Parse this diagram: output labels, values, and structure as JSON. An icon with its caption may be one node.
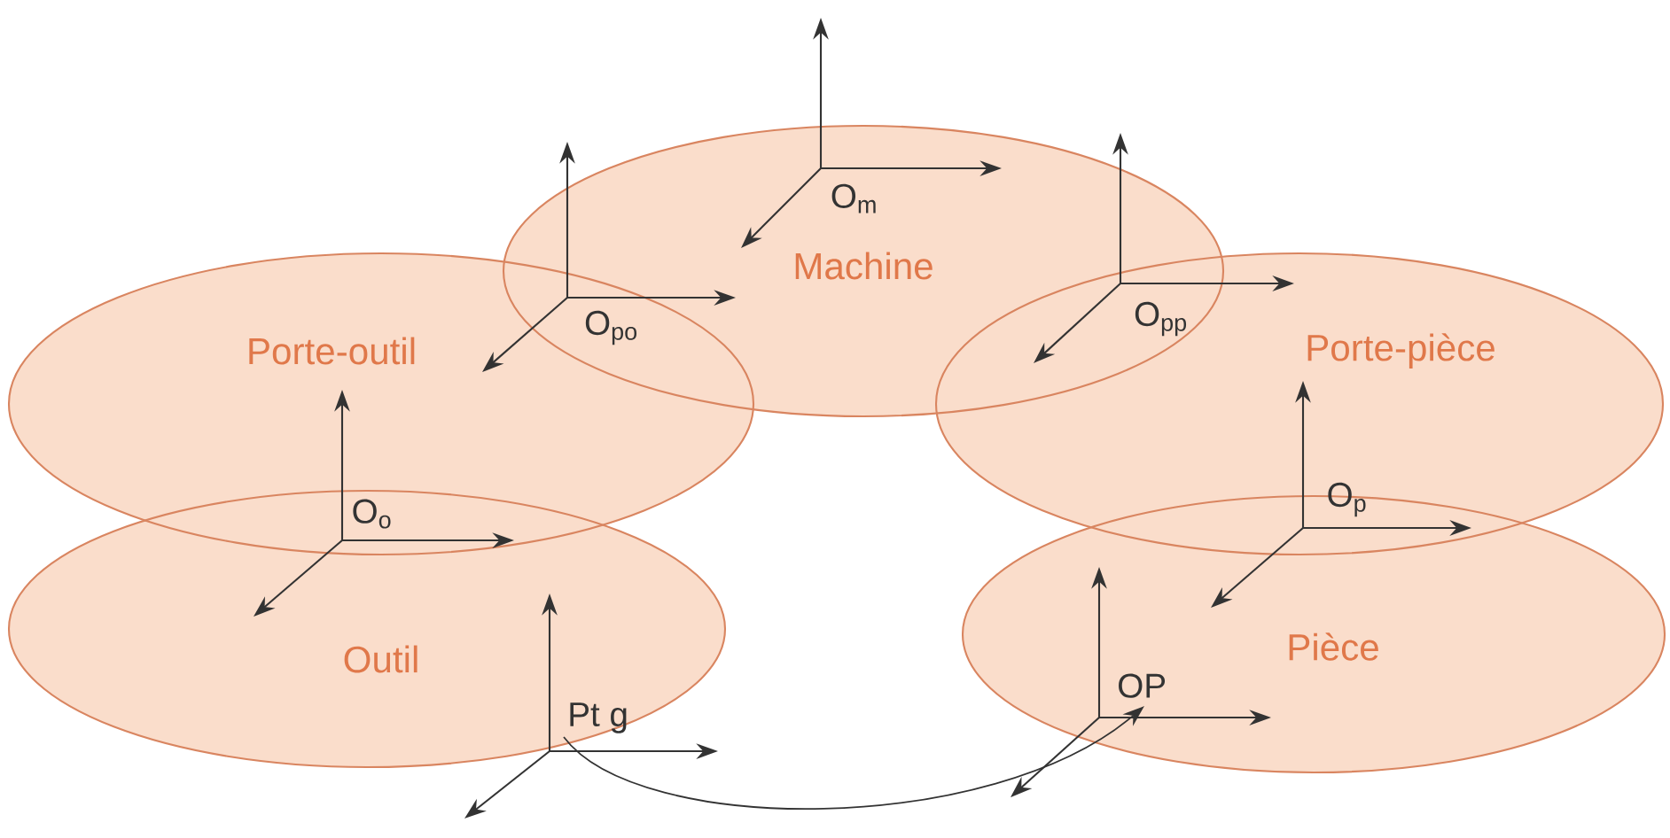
{
  "diagram": {
    "nodes": [
      {
        "text": [
          "Machine"
        ]
      },
      {
        "text": [
          "Porte-outil"
        ]
      },
      {
        "text": [
          "Porte-pièce"
        ]
      },
      {
        "text": [
          "Outil"
        ]
      },
      {
        "text": [
          "Pièce"
        ]
      },
      {
        "text": [
          "Pt g"
        ]
      },
      {
        "text": [
          "OP"
        ]
      }
    ],
    "edges": [
      {
        "from": 5,
        "to": 6,
        "arrow": "to"
      }
    ],
    "labels": [
      "O$_{m}$",
      "O$_{po}$",
      "O$_{pp}$",
      "O$_{o}$",
      "O$_{p}$"
    ]
  }
}
